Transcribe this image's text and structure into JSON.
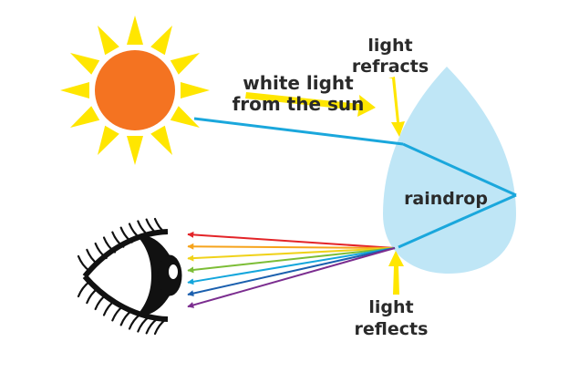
{
  "labels": {
    "light_refracts": [
      "light",
      "refracts"
    ],
    "white_light": [
      "white light",
      "from the sun"
    ],
    "raindrop": "raindrop",
    "light_reflects": [
      "light",
      "reflects"
    ]
  },
  "colors": {
    "sun_body": "#f47321",
    "sun_rays": "#ffe600",
    "light_beam": "#1aa7dc",
    "raindrop_fill": "#bfe6f6",
    "pointer_arrow": "#ffe600",
    "eye": "#111111"
  },
  "spectrum": [
    "#e32428",
    "#f6a31b",
    "#f0d21a",
    "#7cbd36",
    "#14a6dc",
    "#1b5fae",
    "#7b2d8f"
  ],
  "icons": [
    "sun-icon",
    "eye-icon",
    "raindrop-shape"
  ]
}
